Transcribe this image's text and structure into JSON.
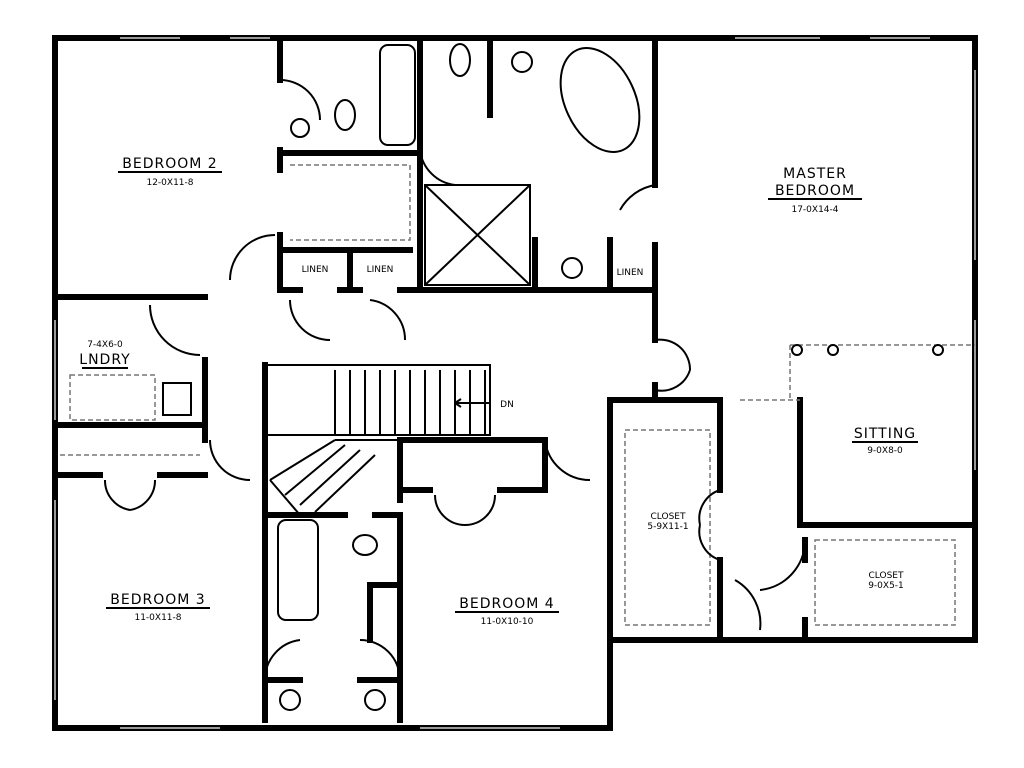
{
  "rooms": {
    "bedroom2": {
      "name": "BEDROOM 2",
      "size": "12-0X11-8"
    },
    "master": {
      "name_line1": "MASTER",
      "name_line2": "BEDROOM",
      "size": "17-0X14-4"
    },
    "linen": [
      "LINEN",
      "LINEN",
      "LINEN"
    ],
    "laundry": {
      "name": "LNDRY",
      "size": "7-4X6-0"
    },
    "stairs": {
      "label": "DN"
    },
    "sitting": {
      "name": "SITTING",
      "size": "9-0X8-0"
    },
    "closet1": {
      "name": "CLOSET",
      "size": "5-9X11-1"
    },
    "closet2": {
      "name": "CLOSET",
      "size": "9-0X5-1"
    },
    "bedroom3": {
      "name": "BEDROOM 3",
      "size": "11-0X11-8"
    },
    "bedroom4": {
      "name": "BEDROOM 4",
      "size": "11-0X10-10"
    }
  }
}
